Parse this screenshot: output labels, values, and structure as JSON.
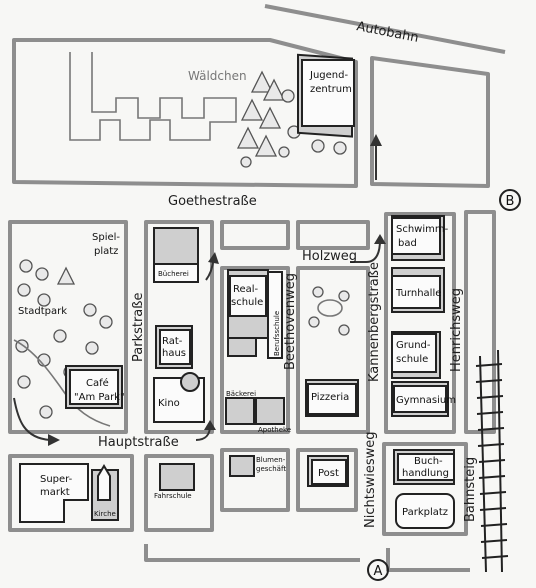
{
  "streets": {
    "autobahn": "Autobahn",
    "goethestrasse": "Goethestraße",
    "holzweg": "Holzweg",
    "parkstrasse": "Parkstraße",
    "beethovenweg": "Beethovenweg",
    "kannenbergstrasse": "Kannenbergstraße",
    "henrichsweg": "Henrichsweg",
    "hauptstrasse": "Hauptstraße",
    "nichtswiesweg": "Nichtswiesweg",
    "bahnsteig": "Bahnsteig"
  },
  "places": {
    "waeldchen": "Wäldchen",
    "jugendzentrum_1": "Jugend-",
    "jugendzentrum_2": "zentrum",
    "spielplatz_1": "Spiel-",
    "spielplatz_2": "platz",
    "stadtpark": "Stadtpark",
    "cafe_1": "Café",
    "cafe_2": "\"Am Park\"",
    "buecherei": "Bücherei",
    "realschule_1": "Real-",
    "realschule_2": "schule",
    "berufsschule": "Berufsschule",
    "rathaus_1": "Rat-",
    "rathaus_2": "haus",
    "kino": "Kino",
    "baeckerei": "Bäckerei",
    "apotheke": "Apotheke",
    "pizzeria": "Pizzeria",
    "schwimmbad_1": "Schwimm-",
    "schwimmbad_2": "bad",
    "turnhalle": "Turnhalle",
    "grundschule_1": "Grund-",
    "grundschule_2": "schule",
    "gymnasium": "Gymnasium",
    "supermarkt_1": "Super-",
    "supermarkt_2": "markt",
    "kirche": "Kirche",
    "fahrschule": "Fahrschule",
    "blumengeschaeft_1": "Blumen-",
    "blumengeschaeft_2": "geschäft",
    "post": "Post",
    "buchhandlung_1": "Buch-",
    "buchhandlung_2": "handlung",
    "parkplatz": "Parkplatz"
  },
  "markers": {
    "a": "A",
    "b": "B"
  }
}
